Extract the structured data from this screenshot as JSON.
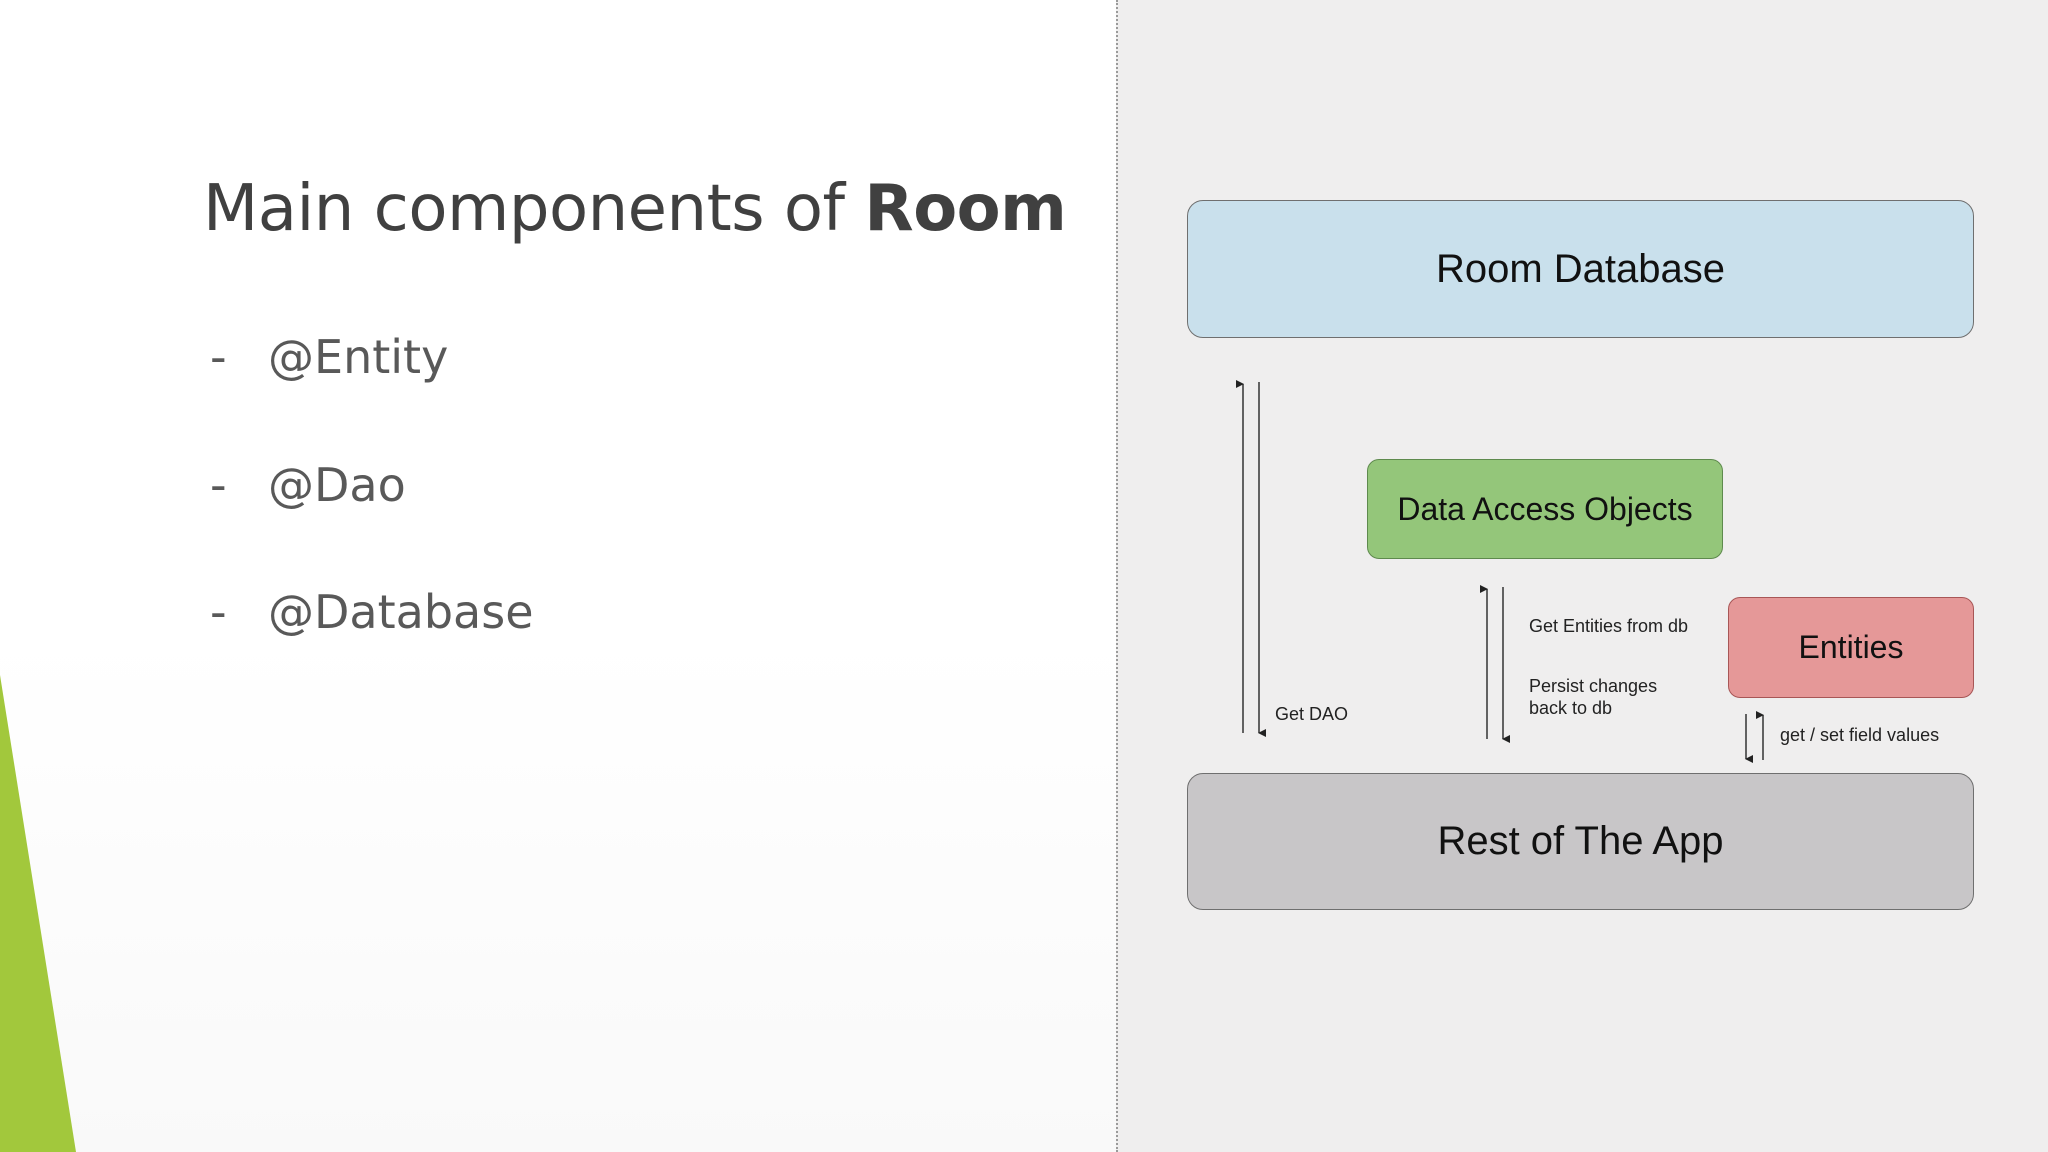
{
  "slide": {
    "title_prefix": "Main components of ",
    "title_bold": "Room",
    "bullets": [
      {
        "dash": "-",
        "text": "@Entity"
      },
      {
        "dash": "-",
        "text": "@Dao"
      },
      {
        "dash": "-",
        "text": "@Database"
      }
    ],
    "accent_color": "#a2c83c"
  },
  "diagram": {
    "boxes": {
      "room_database": "Room Database",
      "data_access_objects": "Data Access Objects",
      "entities": "Entities",
      "rest_of_app": "Rest of The App"
    },
    "labels": {
      "get_dao": "Get DAO",
      "get_entities": "Get Entities from db",
      "persist_line1": "Persist changes",
      "persist_line2": "back to db",
      "get_set": "get / set field values"
    },
    "colors": {
      "room_database": "#c9e0ec",
      "data_access_objects": "#94c67a",
      "entities": "#e59898",
      "rest_of_app": "#c8c6c8",
      "panel": "#efeeee"
    }
  }
}
